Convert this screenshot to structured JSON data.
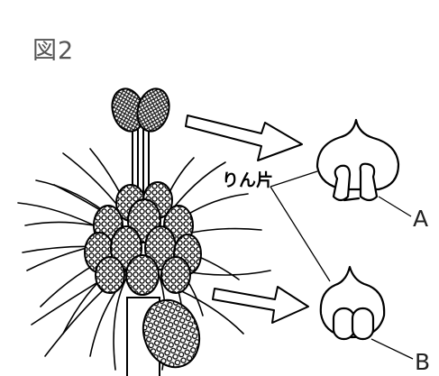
{
  "figure": {
    "number": "図2",
    "label_scale": "りん片",
    "label_a": "A",
    "label_b": "B"
  }
}
